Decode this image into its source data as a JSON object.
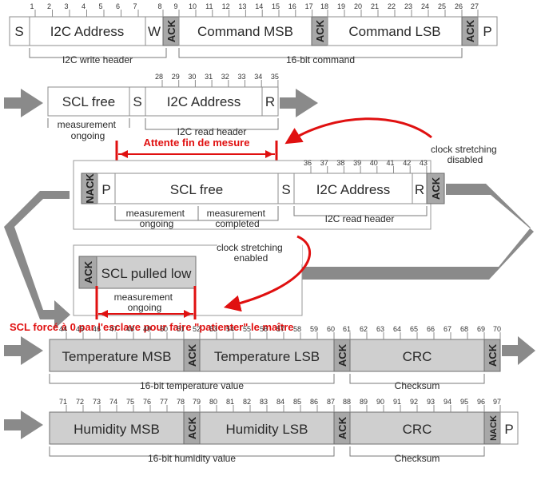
{
  "row1": {
    "s": "S",
    "i2c_address": "I2C Address",
    "w": "W",
    "ack1": "ACK",
    "command_msb": "Command MSB",
    "ack2": "ACK",
    "command_lsb": "Command LSB",
    "ack3": "ACK",
    "p": "P",
    "ticks": [
      "1",
      "2",
      "3",
      "4",
      "5",
      "6",
      "7",
      "8",
      "9",
      "10",
      "11",
      "12",
      "13",
      "14",
      "15",
      "16",
      "17",
      "18",
      "19",
      "20",
      "21",
      "22",
      "23",
      "24",
      "25",
      "26",
      "27"
    ],
    "write_header": "I2C write header",
    "command_label": "16-bit command"
  },
  "row2": {
    "scl_free": "SCL free",
    "s": "S",
    "i2c_address": "I2C Address",
    "r": "R",
    "ticks": [
      "28",
      "29",
      "30",
      "31",
      "32",
      "33",
      "34",
      "35"
    ],
    "measurement_ongoing": "measurement\nongoing",
    "read_header": "I2C read header"
  },
  "attente": "Attente fin de mesure",
  "clock_disabled": "clock stretching\ndisabled",
  "row3": {
    "nack": "NACK",
    "p": "P",
    "scl_free": "SCL free",
    "s": "S",
    "i2c_address": "I2C Address",
    "r": "R",
    "ack": "ACK",
    "ticks": [
      "36",
      "37",
      "38",
      "39",
      "40",
      "41",
      "42",
      "43"
    ],
    "measurement_ongoing": "measurement\nongoing",
    "measurement_completed": "measurement\ncompleted",
    "read_header": "I2C read header"
  },
  "row4": {
    "clock_enabled": "clock stretching\nenabled",
    "ack": "ACK",
    "scl_pulled_low": "SCL pulled low",
    "measurement_ongoing": "measurement\nongoing"
  },
  "scl_force": "SCL forcé à 0 par l'esclave pour faire \"patienter\" le maître",
  "row5": {
    "temp_msb": "Temperature MSB",
    "ack1": "ACK",
    "temp_lsb": "Temperature LSB",
    "ack2": "ACK",
    "crc": "CRC",
    "ack3": "ACK",
    "ticks": [
      "44",
      "45",
      "46",
      "47",
      "48",
      "49",
      "50",
      "51",
      "52",
      "53",
      "54",
      "55",
      "56",
      "57",
      "58",
      "59",
      "60",
      "61",
      "62",
      "63",
      "64",
      "65",
      "66",
      "67",
      "68",
      "69",
      "70"
    ],
    "temp_label": "16-bit temperature value",
    "checksum": "Checksum"
  },
  "row6": {
    "hum_msb": "Humidity MSB",
    "ack1": "ACK",
    "hum_lsb": "Humidity LSB",
    "ack2": "ACK",
    "crc": "CRC",
    "nack": "NACK",
    "p": "P",
    "ticks": [
      "71",
      "72",
      "73",
      "74",
      "75",
      "76",
      "77",
      "78",
      "79",
      "80",
      "81",
      "82",
      "83",
      "84",
      "85",
      "86",
      "87",
      "88",
      "89",
      "90",
      "91",
      "92",
      "93",
      "94",
      "95",
      "96",
      "97"
    ],
    "hum_label": "16-bit humidity value",
    "checksum": "Checksum"
  }
}
